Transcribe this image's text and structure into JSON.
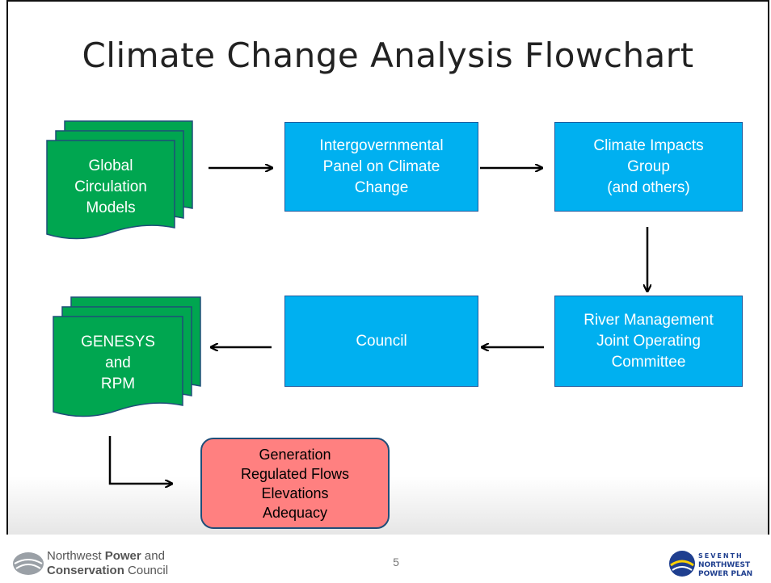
{
  "title": "Climate Change Analysis Flowchart",
  "nodes": {
    "gcm": "Global\nCirculation\nModels",
    "ipcc": "Intergovernmental\nPanel on Climate\nChange",
    "cig": "Climate Impacts\nGroup\n(and others)",
    "rmjoc": "River Management\nJoint Operating\nCommittee",
    "council": "Council",
    "genesys": "GENESYS\nand\nRPM",
    "outputs": "Generation\nRegulated Flows\nElevations\nAdequacy"
  },
  "footer": {
    "org_line1_a": "Northwest ",
    "org_line1_b": "Power",
    "org_line1_c": " and",
    "org_line2_a": "Conservation",
    "org_line2_b": " Council",
    "page_number": "5",
    "plan_logo_text": "SEVENTH NORTHWEST POWER PLAN"
  },
  "colors": {
    "process_fill": "#00b0f0",
    "document_fill": "#00a650",
    "outcome_fill": "#ff8080",
    "arrow": "#000000"
  }
}
